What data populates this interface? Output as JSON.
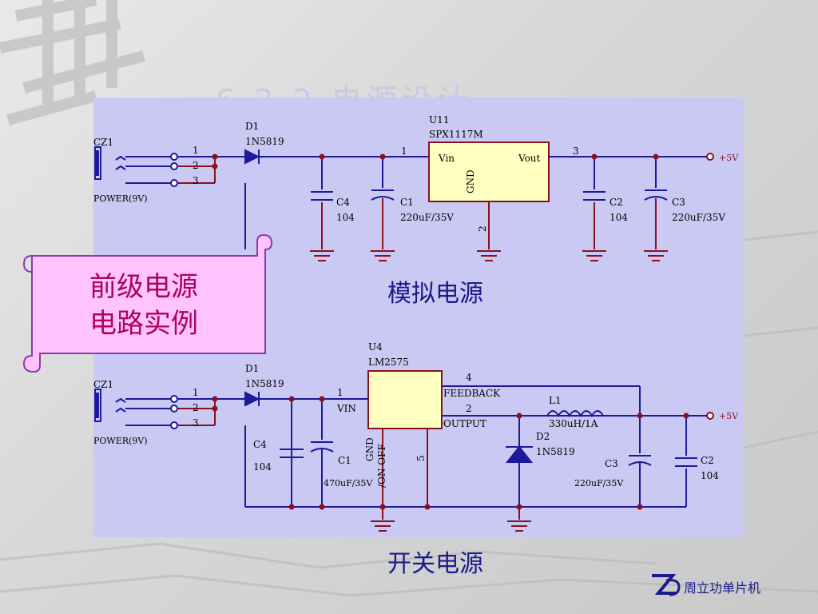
{
  "slide": {
    "title": "6.2.2 电源设计",
    "analog_label": "模拟电源",
    "switching_label": "开关电源",
    "callout_line1": "前级电源",
    "callout_line2": "电路实例",
    "footer_company": "周立功单片机"
  },
  "analog": {
    "connector": {
      "ref": "CZ1",
      "value": "POWER(9V)",
      "pins": [
        "1",
        "2",
        "3"
      ]
    },
    "diode": {
      "ref": "D1",
      "value": "1N5819"
    },
    "regulator": {
      "ref": "U11",
      "value": "SPX1117M",
      "pin_vin": "Vin",
      "pin_vout": "Vout",
      "pin_gnd": "GND",
      "pin1": "1",
      "pin2": "2",
      "pin3": "3"
    },
    "c4": {
      "ref": "C4",
      "value": "104"
    },
    "c1": {
      "ref": "C1",
      "value": "220uF/35V"
    },
    "c2": {
      "ref": "C2",
      "value": "104"
    },
    "c3": {
      "ref": "C3",
      "value": "220uF/35V"
    },
    "output": "+5V"
  },
  "switching": {
    "connector": {
      "ref": "CZ1",
      "value": "POWER(9V)",
      "pins": [
        "1",
        "2",
        "3"
      ]
    },
    "diode": {
      "ref": "D1",
      "value": "1N5819"
    },
    "regulator": {
      "ref": "U4",
      "value": "LM2575",
      "pin_vin": "VIN",
      "pin_feedback": "FEEDBACK",
      "pin_output": "OUTPUT",
      "pin_gnd": "GND",
      "pin_onoff": "/ON OFF",
      "pin1": "1",
      "pin2": "2",
      "pin4": "4",
      "pin5": "5"
    },
    "c4": {
      "ref": "C4",
      "value": "104"
    },
    "c1": {
      "ref": "C1",
      "value": "470uF/35V"
    },
    "inductor": {
      "ref": "L1",
      "value": "330uH/1A"
    },
    "d2": {
      "ref": "D2",
      "value": "1N5819"
    },
    "c3": {
      "ref": "C3",
      "value": "220uF/35V"
    },
    "c2": {
      "ref": "C2",
      "value": "104"
    },
    "output": "+5V"
  },
  "colors": {
    "panel": "#c9c9f3",
    "wire": "#1a1a9a",
    "ground": "#8a1020",
    "ic_fill": "#ffffbf",
    "junction": "#8a1020",
    "callout_fill": "#ffc4ff",
    "callout_stroke": "#8a3ab0"
  }
}
